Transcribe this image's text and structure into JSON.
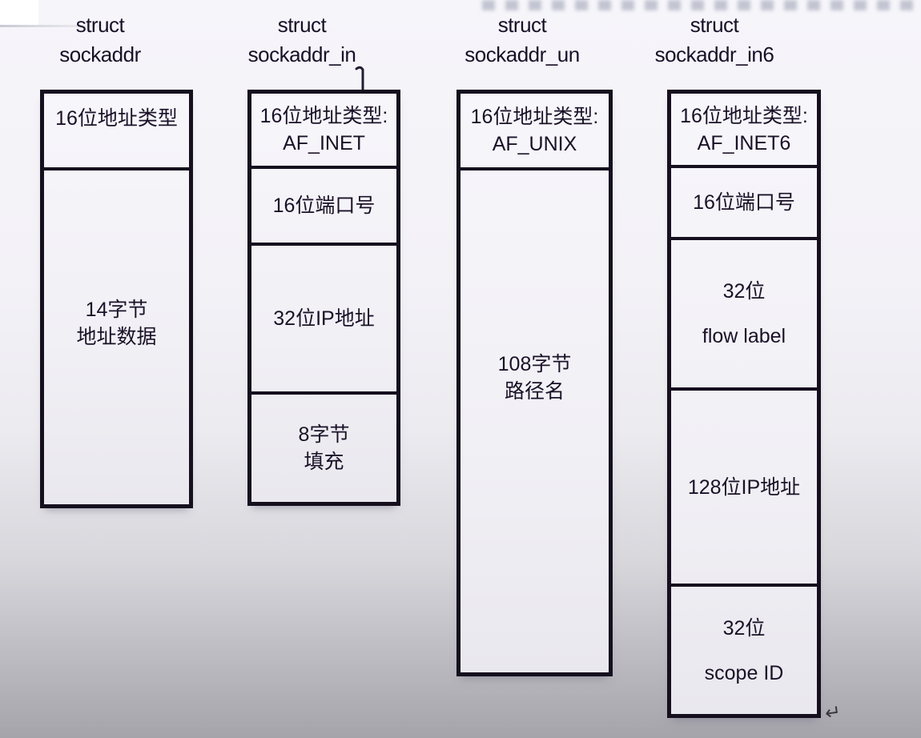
{
  "diagram": {
    "columns": [
      {
        "title": [
          "struct",
          "sockaddr"
        ],
        "cells": [
          {
            "lines": [
              "16位地址类型"
            ]
          },
          {
            "lines": [
              "14字节",
              "地址数据"
            ]
          }
        ]
      },
      {
        "title": [
          "struct",
          "sockaddr_in"
        ],
        "cells": [
          {
            "lines": [
              "16位地址类型:",
              "AF_INET"
            ]
          },
          {
            "lines": [
              "16位端口号"
            ]
          },
          {
            "lines": [
              "32位IP地址"
            ]
          },
          {
            "lines": [
              "8字节",
              "填充"
            ]
          }
        ]
      },
      {
        "title": [
          "struct",
          "sockaddr_un"
        ],
        "cells": [
          {
            "lines": [
              "16位地址类型:",
              "AF_UNIX"
            ]
          },
          {
            "lines": [
              "108字节",
              "路径名"
            ]
          }
        ]
      },
      {
        "title": [
          "struct",
          "sockaddr_in6"
        ],
        "cells": [
          {
            "lines": [
              "16位地址类型:",
              "AF_INET6"
            ]
          },
          {
            "lines": [
              "16位端口号"
            ]
          },
          {
            "lines": [
              "32位",
              "flow label"
            ]
          },
          {
            "lines": [
              "128位IP地址"
            ]
          },
          {
            "lines": [
              "32位",
              "scope ID"
            ]
          }
        ]
      }
    ]
  },
  "colors": {
    "ink": "#1a1127",
    "border": "#150f1e",
    "background_top": "#f6f5fa",
    "background_bottom": "#a5a4aa"
  },
  "icons": {
    "return_arrow": "↵"
  }
}
